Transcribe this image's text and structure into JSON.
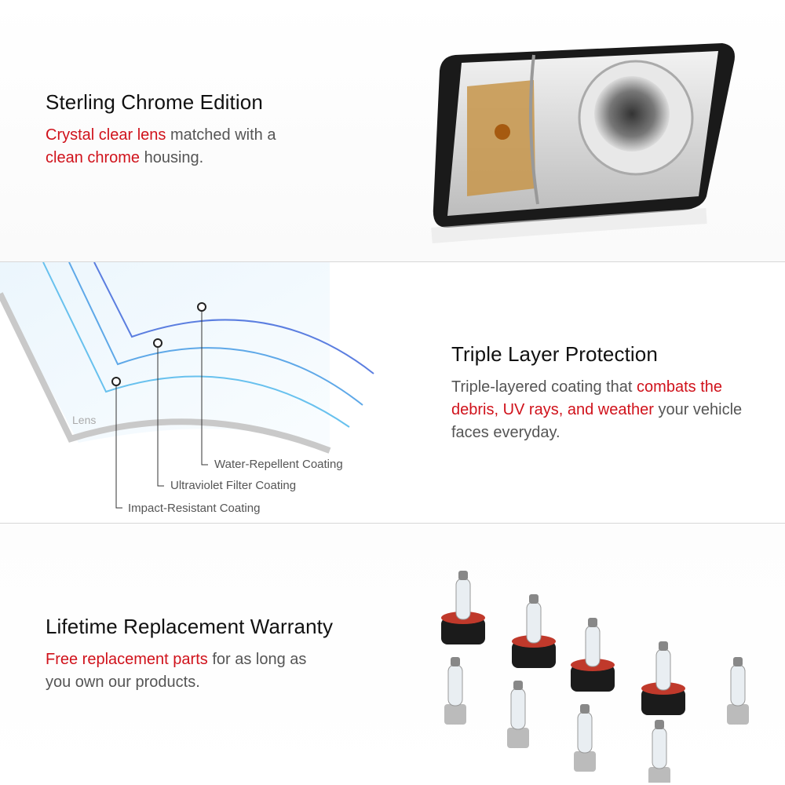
{
  "sections": [
    {
      "title": "Sterling Chrome Edition",
      "body": [
        {
          "t": "Crystal clear lens",
          "red": true
        },
        {
          "t": " matched with a ",
          "red": false
        },
        {
          "t": "clean chrome",
          "red": true
        },
        {
          "t": " housing.",
          "red": false
        }
      ]
    },
    {
      "title": "Triple Layer Protection",
      "body": [
        {
          "t": "Triple-layered coating that ",
          "red": false
        },
        {
          "t": "combats the debris, UV rays, and weather",
          "red": true
        },
        {
          "t": " your vehicle faces everyday.",
          "red": false
        }
      ]
    },
    {
      "title": "Lifetime Replacement Warranty",
      "body": [
        {
          "t": "Free replacement parts",
          "red": true
        },
        {
          "t": " for as long as you own our products.",
          "red": false
        }
      ]
    }
  ],
  "diagram": {
    "lens": "Lens",
    "water": "Water-Repellent Coating",
    "uv": "Ultraviolet Filter Coating",
    "impact": "Impact-Resistant Coating"
  },
  "colors": {
    "accent": "#d0121b"
  }
}
